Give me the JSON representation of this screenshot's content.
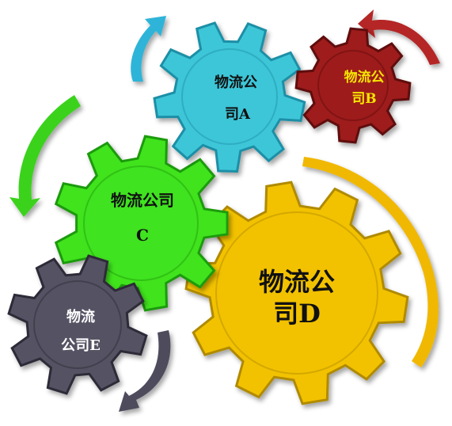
{
  "gears": [
    {
      "id": "a",
      "label_lines": [
        "物流公",
        "司A"
      ],
      "color": "#3cc6d8",
      "dark": "#1f8fa6",
      "text_color": "#111111"
    },
    {
      "id": "b",
      "label_lines": [
        "物流公",
        "司B"
      ],
      "color": "#9e1b1b",
      "dark": "#5e0b0b",
      "text_color": "#f5e600"
    },
    {
      "id": "c",
      "label_lines": [
        "物流公司",
        "C"
      ],
      "color": "#3fe31f",
      "dark": "#1e9a0c",
      "text_color": "#111111"
    },
    {
      "id": "d",
      "label_lines": [
        "物流公",
        "司D"
      ],
      "color": "#f2c200",
      "dark": "#b08a00",
      "text_color": "#111111"
    },
    {
      "id": "e",
      "label_lines": [
        "物流",
        "公司E"
      ],
      "color": "#555363",
      "dark": "#2d2b38",
      "text_color": "#ffffff"
    }
  ],
  "arrows": [
    {
      "id": "a",
      "color": "#2fb4d8"
    },
    {
      "id": "b",
      "color": "#b52525"
    },
    {
      "id": "c",
      "color": "#3ad21c"
    },
    {
      "id": "d",
      "color": "#f0b800"
    },
    {
      "id": "e",
      "color": "#4d4b5c"
    }
  ]
}
